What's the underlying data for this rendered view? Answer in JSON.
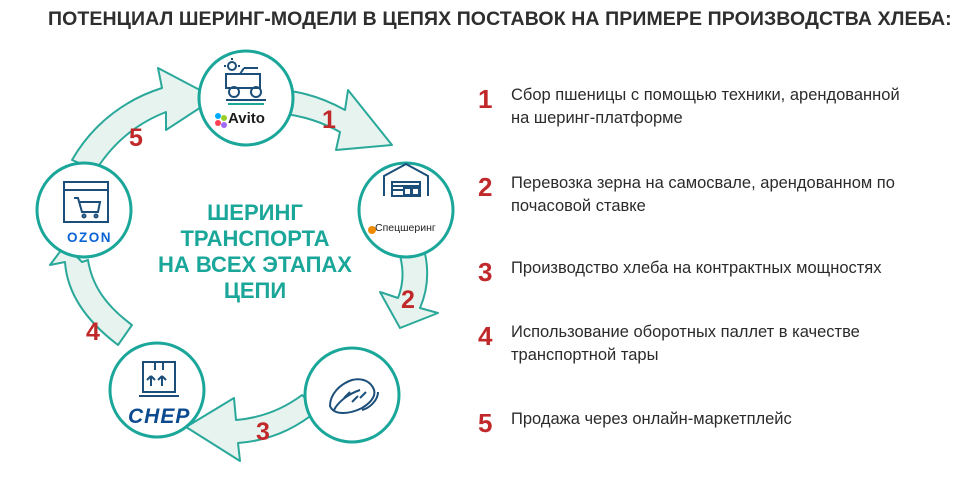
{
  "title": "ПОТЕНЦИАЛ ШЕРИНГ-МОДЕЛИ В ЦЕПЯХ ПОСТАВОК НА ПРИМЕРЕ ПРОИЗВОДСТВА ХЛЕБА:",
  "center": {
    "lines": [
      "ШЕРИНГ",
      "ТРАНСПОРТА",
      "НА ВСЕХ ЭТАПАХ",
      "ЦЕПИ"
    ]
  },
  "nodes": {
    "avito": {
      "label": "Avito",
      "icon": "harvester-icon"
    },
    "spetssharing": {
      "label": "Спецшеринг",
      "icon": "warehouse-icon"
    },
    "bread": {
      "label": "",
      "icon": "bread-icon"
    },
    "chep": {
      "label": "CHEP",
      "icon": "pallet-box-icon"
    },
    "ozon": {
      "label": "OZON",
      "icon": "shopping-cart-icon"
    }
  },
  "arrow_numbers": [
    "1",
    "2",
    "3",
    "4",
    "5"
  ],
  "steps": [
    {
      "num": "1",
      "lines": [
        "Сбор пшеницы с помощью техники, арендованной",
        "на шеринг-платформе"
      ]
    },
    {
      "num": "2",
      "lines": [
        "Перевозка зерна на самосвале, арендованном по",
        "почасовой ставке"
      ]
    },
    {
      "num": "3",
      "lines": [
        "Производство хлеба на контрактных мощностях"
      ]
    },
    {
      "num": "4",
      "lines": [
        "Использование оборотных паллет в качестве",
        "транспортной тары"
      ]
    },
    {
      "num": "5",
      "lines": [
        "Продажа через онлайн-маркетплейс"
      ]
    }
  ],
  "colors": {
    "teal": "#1aa79a",
    "ring_fill": "#e6f3ef",
    "red": "#c0282a",
    "text": "#2b2b2b"
  }
}
